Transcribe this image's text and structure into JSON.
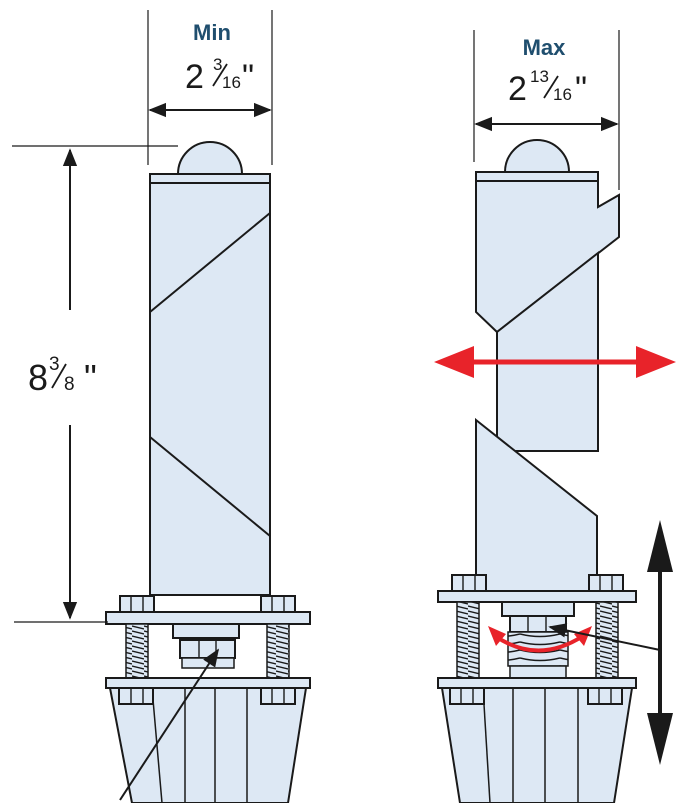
{
  "diagram": {
    "min": {
      "heading": "Min",
      "whole": "2",
      "num": "3",
      "den": "16",
      "unit": "\""
    },
    "max": {
      "heading": "Max",
      "whole": "2",
      "num": "13",
      "den": "16",
      "unit": "\""
    },
    "height": {
      "whole": "8",
      "num": "3",
      "den": "8",
      "unit": "\""
    }
  },
  "colors": {
    "post_fill": "#dde8f4",
    "outline": "#1a1a1a",
    "accent_arrow": "#e8232a",
    "heading_text": "#1f4e6e"
  }
}
